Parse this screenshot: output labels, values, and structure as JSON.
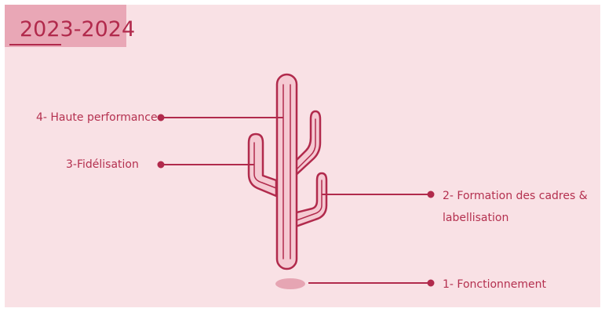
{
  "title": "2023-2024",
  "labels": {
    "level4": "4- Haute performance",
    "level3": "3-Fidélisation",
    "level2_line1": "2- Formation des cadres &",
    "level2_line2": "labellisation",
    "level1": "1- Fonctionnement"
  },
  "colors": {
    "background": "#f9e1e5",
    "title_box": "#e9a7b6",
    "accent": "#b12a4c",
    "cactus_fill": "#f5c9d2",
    "shadow": "#e6a5b3"
  }
}
